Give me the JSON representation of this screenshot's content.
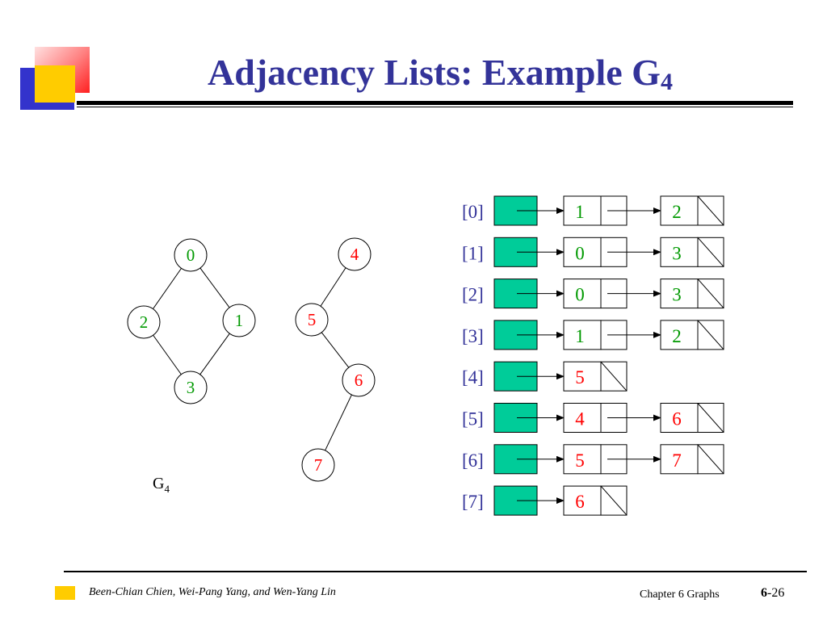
{
  "slide": {
    "title_main": "Adjacency Lists: Example G",
    "title_sub": "4"
  },
  "graph": {
    "caption_main": "G",
    "caption_sub": "4",
    "nodes": [
      {
        "id": "0",
        "color": "#009900"
      },
      {
        "id": "1",
        "color": "#009900"
      },
      {
        "id": "2",
        "color": "#009900"
      },
      {
        "id": "3",
        "color": "#009900"
      },
      {
        "id": "4",
        "color": "#ff0000"
      },
      {
        "id": "5",
        "color": "#ff0000"
      },
      {
        "id": "6",
        "color": "#ff0000"
      },
      {
        "id": "7",
        "color": "#ff0000"
      }
    ],
    "edges": [
      [
        "0",
        "1"
      ],
      [
        "0",
        "2"
      ],
      [
        "1",
        "3"
      ],
      [
        "2",
        "3"
      ],
      [
        "4",
        "5"
      ],
      [
        "5",
        "6"
      ],
      [
        "6",
        "7"
      ]
    ]
  },
  "adjacency": {
    "header_fill": "#00cc99",
    "index_color": "#333399",
    "rows": [
      {
        "index": "[0]",
        "entries": [
          {
            "v": "1",
            "color": "#009900"
          },
          {
            "v": "2",
            "color": "#009900"
          }
        ]
      },
      {
        "index": "[1]",
        "entries": [
          {
            "v": "0",
            "color": "#009900"
          },
          {
            "v": "3",
            "color": "#009900"
          }
        ]
      },
      {
        "index": "[2]",
        "entries": [
          {
            "v": "0",
            "color": "#009900"
          },
          {
            "v": "3",
            "color": "#009900"
          }
        ]
      },
      {
        "index": "[3]",
        "entries": [
          {
            "v": "1",
            "color": "#009900"
          },
          {
            "v": "2",
            "color": "#009900"
          }
        ]
      },
      {
        "index": "[4]",
        "entries": [
          {
            "v": "5",
            "color": "#ff0000"
          }
        ]
      },
      {
        "index": "[5]",
        "entries": [
          {
            "v": "4",
            "color": "#ff0000"
          },
          {
            "v": "6",
            "color": "#ff0000"
          }
        ]
      },
      {
        "index": "[6]",
        "entries": [
          {
            "v": "5",
            "color": "#ff0000"
          },
          {
            "v": "7",
            "color": "#ff0000"
          }
        ]
      },
      {
        "index": "[7]",
        "entries": [
          {
            "v": "6",
            "color": "#ff0000"
          }
        ]
      }
    ]
  },
  "footer": {
    "authors": "Been-Chian Chien, Wei-Pang Yang, and Wen-Yang Lin",
    "chapter": "Chapter 6 Graphs",
    "page_bold": "6",
    "page_rest": "-26"
  }
}
